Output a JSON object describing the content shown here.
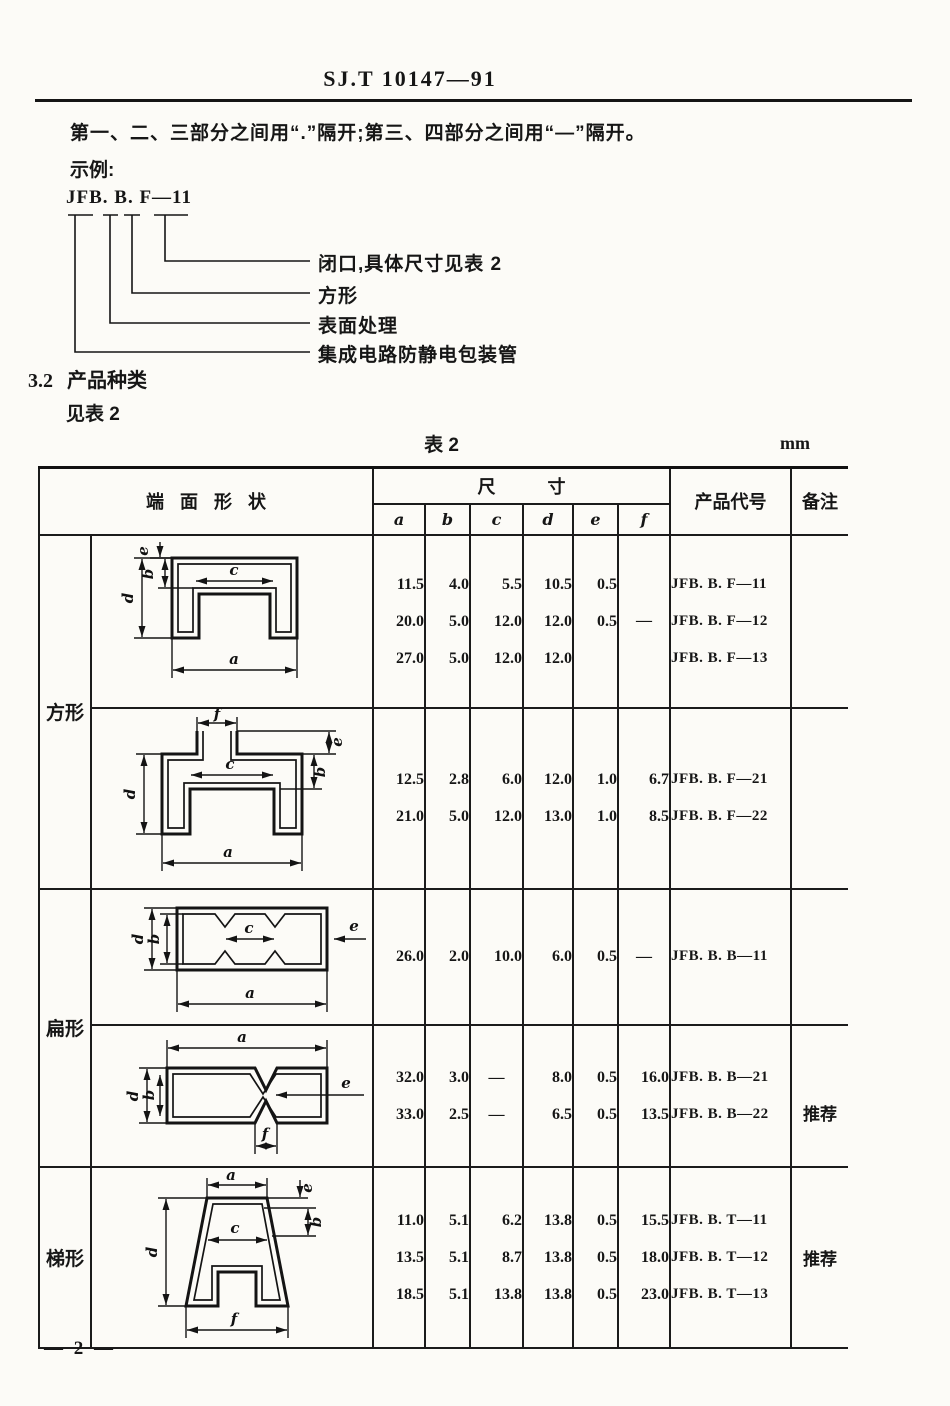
{
  "page": {
    "header_title": "SJ.T 10147—91",
    "footer": "— 2 —"
  },
  "intro": {
    "rule_text": "第一、二、三部分之间用“.”隔开;第三、四部分之间用“—”隔开。",
    "example_label": "示例:",
    "example_code": "JFB. B. F—11",
    "callouts": [
      "闭口,具体尺寸见表 2",
      "方形",
      "表面处理",
      "集成电路防静电包装管"
    ]
  },
  "section": {
    "number": "3.2",
    "title": "产品种类",
    "see": "见表 2"
  },
  "table": {
    "caption": "表 2",
    "unit": "mm",
    "header": {
      "shape": "端面形状",
      "size": "尺寸",
      "code": "产品代号",
      "remark": "备注"
    },
    "dims": [
      "a",
      "b",
      "c",
      "d",
      "e",
      "f"
    ],
    "shape_labels": [
      "方形",
      "扁形",
      "梯形"
    ],
    "groups": [
      {
        "a": [
          "11.5",
          "20.0",
          "27.0"
        ],
        "b": [
          "4.0",
          "5.0",
          "5.0"
        ],
        "c": [
          "5.5",
          "12.0",
          "12.0"
        ],
        "d": [
          "10.5",
          "12.0",
          "12.0"
        ],
        "e": [
          "0.5",
          "0.5",
          ""
        ],
        "f": [
          "—"
        ],
        "codes": [
          "JFB. B. F—11",
          "JFB. B. F—12",
          "JFB. B. F—13"
        ],
        "remarks": [
          "",
          ""
        ]
      },
      {
        "a": [
          "12.5",
          "21.0"
        ],
        "b": [
          "2.8",
          "5.0"
        ],
        "c": [
          "6.0",
          "12.0"
        ],
        "d": [
          "12.0",
          "13.0"
        ],
        "e": [
          "1.0",
          "1.0"
        ],
        "f": [
          "6.7",
          "8.5"
        ],
        "codes": [
          "JFB. B. F—21",
          "JFB. B. F—22"
        ],
        "remarks": [
          "",
          ""
        ]
      },
      {
        "a": [
          "26.0"
        ],
        "b": [
          "2.0"
        ],
        "c": [
          "10.0"
        ],
        "d": [
          "6.0"
        ],
        "e": [
          "0.5"
        ],
        "f": [
          "—"
        ],
        "codes": [
          "JFB. B. B—11"
        ],
        "remarks": [
          ""
        ]
      },
      {
        "a": [
          "32.0",
          "33.0"
        ],
        "b": [
          "3.0",
          "2.5"
        ],
        "c": [
          "—",
          "—"
        ],
        "d": [
          "8.0",
          "6.5"
        ],
        "e": [
          "0.5",
          "0.5"
        ],
        "f": [
          "16.0",
          "13.5"
        ],
        "codes": [
          "JFB. B. B—21",
          "JFB. B. B—22"
        ],
        "remarks": [
          "",
          "推荐"
        ]
      },
      {
        "a": [
          "11.0",
          "13.5",
          "18.5"
        ],
        "b": [
          "5.1",
          "5.1",
          "5.1"
        ],
        "c": [
          "6.2",
          "8.7",
          "13.8"
        ],
        "d": [
          "13.8",
          "13.8",
          "13.8"
        ],
        "e": [
          "0.5",
          "0.5",
          "0.5"
        ],
        "f": [
          "15.5",
          "18.0",
          "23.0"
        ],
        "codes": [
          "JFB. B. T—11",
          "JFB. B. T—12",
          "JFB. B. T—13"
        ],
        "remarks": [
          "",
          "推荐",
          ""
        ]
      }
    ]
  }
}
